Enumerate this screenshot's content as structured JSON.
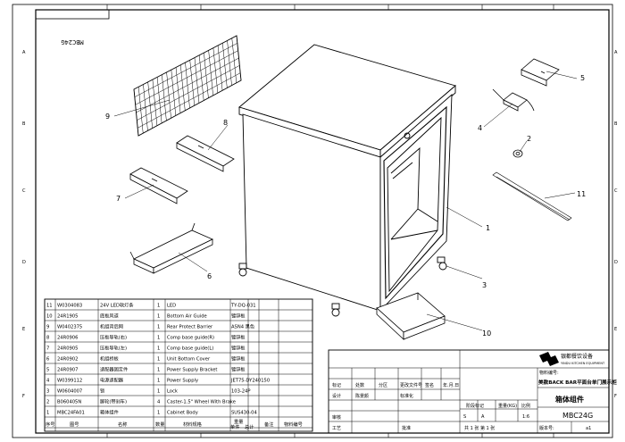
{
  "drawing": {
    "stamp_top_left": "MBC24G",
    "zone_letters_left": [
      "A",
      "B",
      "C",
      "D",
      "E",
      "F"
    ],
    "zone_letters_right": [
      "A",
      "B",
      "C",
      "D",
      "E",
      "F"
    ]
  },
  "callouts": [
    "1",
    "2",
    "3",
    "4",
    "5",
    "6",
    "7",
    "8",
    "9",
    "10",
    "11"
  ],
  "bom": {
    "header": {
      "no": "序号",
      "code": "图号",
      "name": "名称",
      "qty": "数量",
      "material": "材料规格",
      "unit_weight": "单件",
      "total_weight": "总计",
      "weight": "重量",
      "remark": "备注",
      "item_code": "物料编号"
    },
    "rows": [
      {
        "no": "11",
        "code": "W0304083",
        "name": "24V LED软灯条",
        "qty": "1",
        "eng": "LED",
        "spec": "TY-DQ-031"
      },
      {
        "no": "10",
        "code": "24R1905",
        "name": "底板风道",
        "qty": "1",
        "eng": "Bottom Air Guide",
        "spec": "镀锌板"
      },
      {
        "no": "9",
        "code": "W0402375",
        "name": "机组背后网",
        "qty": "1",
        "eng": "Rear Protect Barrier",
        "spec": "ASN4 黑色"
      },
      {
        "no": "8",
        "code": "24R0906",
        "name": "压板导轨(右)",
        "qty": "1",
        "eng": "Comp base guide(R)",
        "spec": "镀锌板"
      },
      {
        "no": "7",
        "code": "24R0905",
        "name": "压板导轨(左)",
        "qty": "1",
        "eng": "Comp base guide(L)",
        "spec": "镀锌板"
      },
      {
        "no": "6",
        "code": "24R0902",
        "name": "机组桥板",
        "qty": "1",
        "eng": "Unit Bottom Cover",
        "spec": "镀锌板"
      },
      {
        "no": "5",
        "code": "24R0907",
        "name": "适配器固定件",
        "qty": "1",
        "eng": "Power Supply Bracket",
        "spec": "镀锌板"
      },
      {
        "no": "4",
        "code": "W0399112",
        "name": "电源适配器",
        "qty": "1",
        "eng": "Power Supply",
        "spec": "JET75-DY240150"
      },
      {
        "no": "3",
        "code": "W0604007",
        "name": "锁",
        "qty": "1",
        "eng": "Lock",
        "spec": "103-24P"
      },
      {
        "no": "2",
        "code": "B060405N",
        "name": "脚轮(带刹车)",
        "qty": "4",
        "eng": "Caster-1.5\" Wheel With Brake",
        "spec": ""
      },
      {
        "no": "1",
        "code": "MBC24FA01",
        "name": "箱体组件",
        "qty": "1",
        "eng": "Cabinet Body",
        "spec": "SUS430-04"
      }
    ]
  },
  "title_block": {
    "company": "银都餐饮设备",
    "company_en": "YINDU KITCHEN EQUIPMENT",
    "rev_row": [
      "标记",
      "处数",
      "分区",
      "更改文件号",
      "签名",
      "年.月.日"
    ],
    "design_row": [
      "设计",
      "陈景颜",
      "",
      "标准化",
      ""
    ],
    "stage_mark": "阶段标记",
    "weight_label": "重量(KG)",
    "scale_label": "比例",
    "stage_s": "S",
    "stage_a": "A",
    "scale_value": "1:6",
    "review": "审核",
    "process": "工艺",
    "approve": "批准",
    "sheets": "共 1 张 第 1 张",
    "version_label": "版本号:",
    "version_value": "a1",
    "product_label": "物料编号:",
    "title_cn": "美款BACK BAR平面台单门展示柜",
    "subtitle_cn": "箱体组件",
    "drawing_no": "MBC24G"
  }
}
